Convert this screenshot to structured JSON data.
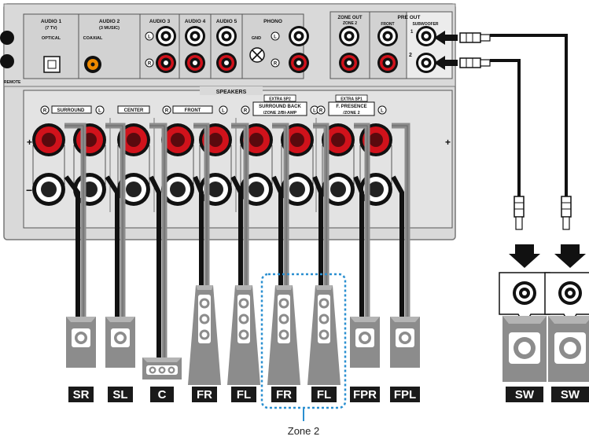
{
  "receiver": {
    "inputs": [
      {
        "title": "AUDIO 1",
        "sub": "(7 TV)",
        "jack": "OPTICAL"
      },
      {
        "title": "AUDIO 2",
        "sub": "(3 MUSIC)",
        "jack": "COAXIAL"
      },
      {
        "title": "AUDIO 3"
      },
      {
        "title": "AUDIO 4"
      },
      {
        "title": "AUDIO 5"
      },
      {
        "title": "PHONO",
        "gnd": "GND"
      }
    ],
    "remote_label": "REMOTE",
    "zone_out": {
      "title": "ZONE OUT",
      "sub": "ZONE 2"
    },
    "pre_out": {
      "title": "PRE OUT",
      "front": "FRONT",
      "subwoofer": "SUBWOOFER",
      "num1": "1",
      "num2": "2"
    },
    "speakers_title": "SPEAKERS",
    "speaker_groups": [
      {
        "label": "SURROUND"
      },
      {
        "label": "CENTER"
      },
      {
        "label": "FRONT"
      },
      {
        "label": "SURROUND BACK",
        "label2": "/ZONE 2/BI-AMP",
        "extra": "EXTRA SP2"
      },
      {
        "label": "F. PRESENCE",
        "label2": "/ZONE 2",
        "extra": "EXTRA SP1"
      }
    ],
    "channel_marks": {
      "right": "R",
      "left": "L",
      "plus": "+",
      "minus": "−"
    }
  },
  "speakers": [
    "SR",
    "SL",
    "C",
    "FR",
    "FL",
    "FR",
    "FL",
    "FPR",
    "FPL"
  ],
  "subwoofers": [
    "SW",
    "SW"
  ],
  "zone_label": "Zone 2",
  "colors": {
    "panel": "#d8d8d8",
    "panel_dark": "#bdbdbd",
    "jack_red": "#d0121b",
    "speaker": "#8c8c8c",
    "tag": "#1a1a1a",
    "zone": "#2a8fd0"
  }
}
